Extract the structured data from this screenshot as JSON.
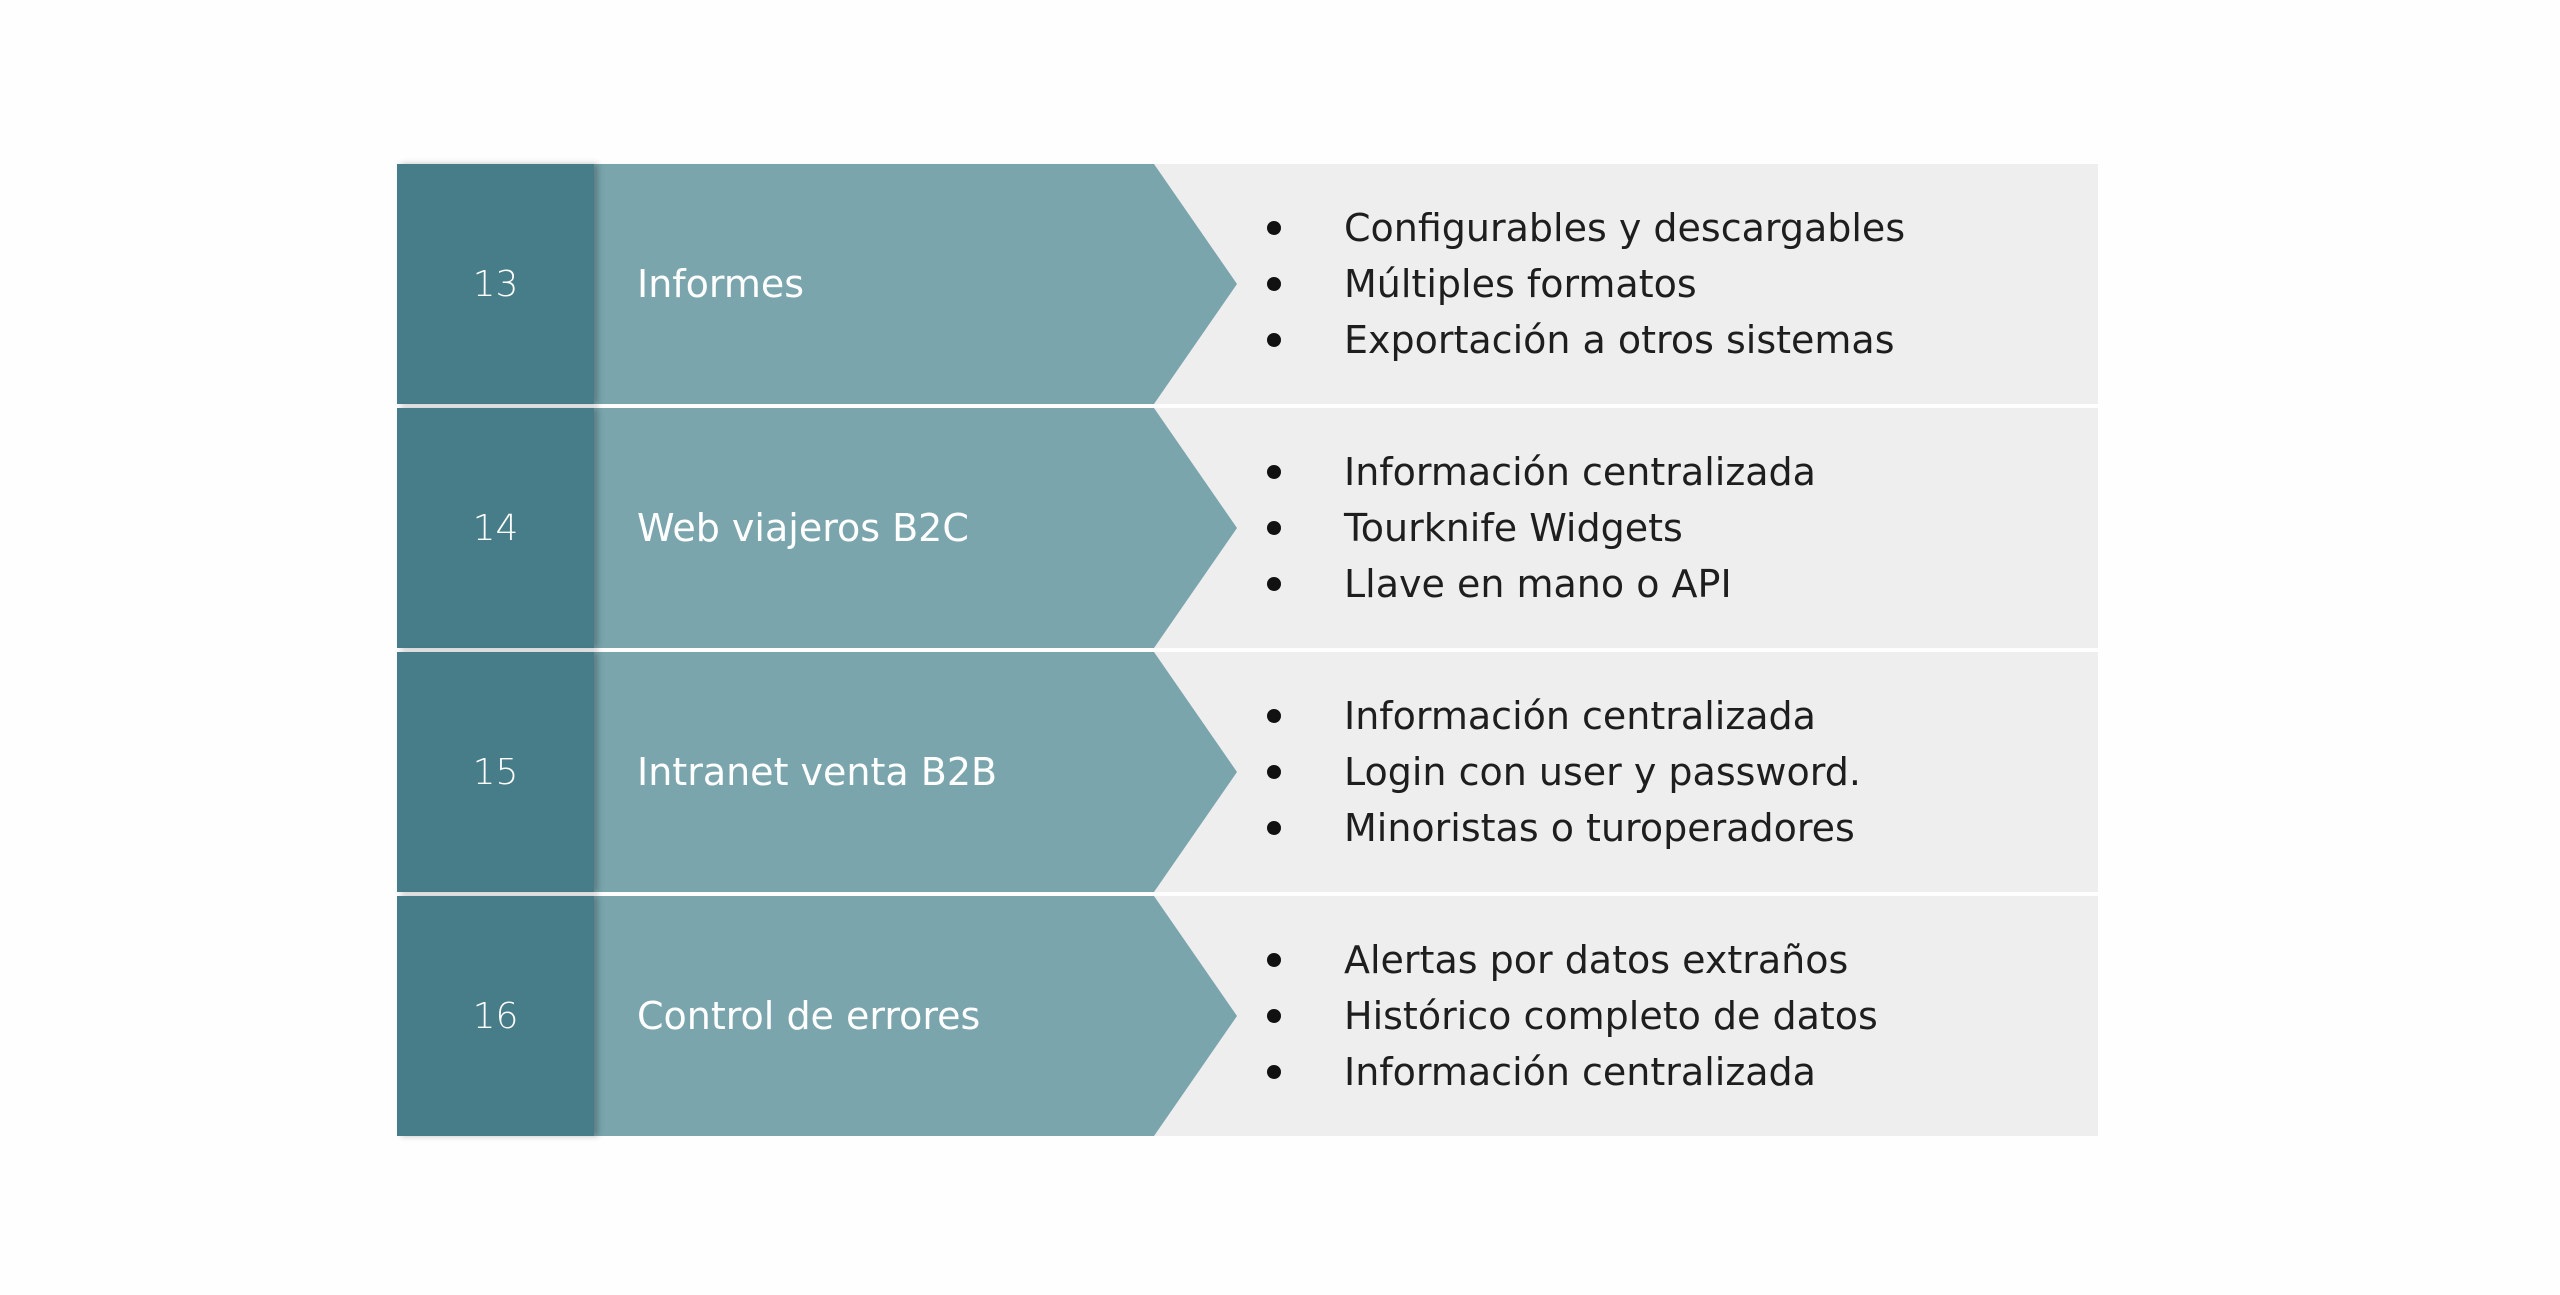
{
  "rows": [
    {
      "number": "13",
      "title": "Informes",
      "bullets": [
        "Configurables y descargables",
        "Múltiples formatos",
        "Exportación a otros sistemas"
      ]
    },
    {
      "number": "14",
      "title": "Web viajeros B2C",
      "bullets": [
        "Información centralizada",
        "Tourknife Widgets",
        "Llave en mano o API"
      ]
    },
    {
      "number": "15",
      "title": "Intranet venta B2B",
      "bullets": [
        "Información centralizada",
        "Login con user y password.",
        "Minoristas o turoperadores"
      ]
    },
    {
      "number": "16",
      "title": "Control de errores",
      "bullets": [
        "Alertas por datos extraños",
        "Histórico completo de datos",
        "Información centralizada"
      ]
    }
  ],
  "colors": {
    "number_bg": "#477d89",
    "arrow_bg": "#7aa5ad",
    "panel_bg": "#eeeeee"
  }
}
